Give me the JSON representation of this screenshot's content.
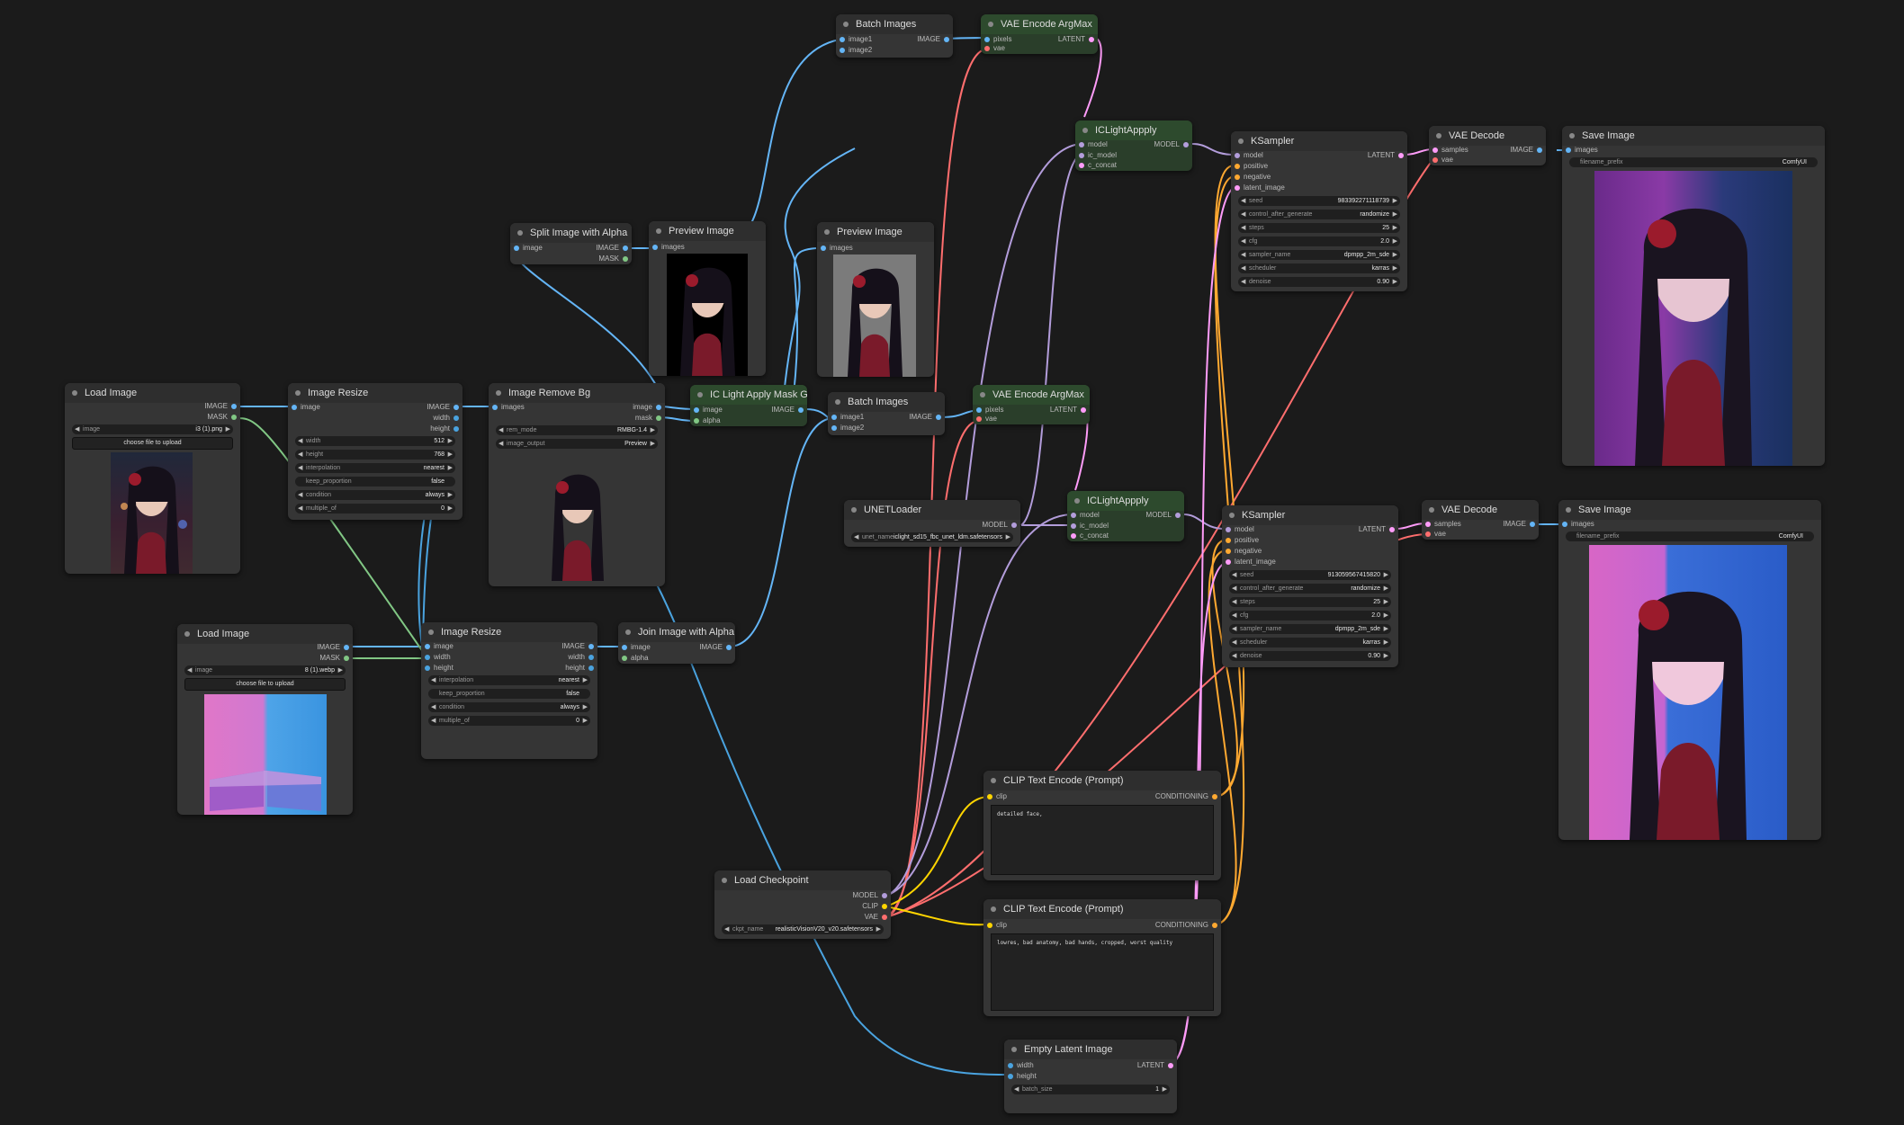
{
  "colors": {
    "image": "#64b5f6",
    "mask": "#81c784",
    "latent": "#ff9cf9",
    "model": "#b39ddb",
    "clip": "#ffd500",
    "vae": "#ff6e6e",
    "conditioning": "#ffa931",
    "int": "#4aa3df"
  },
  "nodes": {
    "batch1": {
      "title": "Batch Images",
      "in": [
        "image1",
        "image2"
      ],
      "out": [
        "IMAGE"
      ]
    },
    "vaeenc1": {
      "title": "VAE Encode ArgMax",
      "in": [
        "pixels",
        "vae"
      ],
      "out": [
        "LATENT"
      ]
    },
    "iclight1": {
      "title": "ICLightAppply",
      "in": [
        "model",
        "ic_model",
        "c_concat"
      ],
      "out": [
        "MODEL"
      ]
    },
    "ksampler1": {
      "title": "KSampler",
      "in": [
        "model",
        "positive",
        "negative",
        "latent_image"
      ],
      "out": [
        "LATENT"
      ],
      "widgets": [
        [
          "seed",
          "983392271118739"
        ],
        [
          "control_after_generate",
          "randomize"
        ],
        [
          "steps",
          "25"
        ],
        [
          "cfg",
          "2.0"
        ],
        [
          "sampler_name",
          "dpmpp_2m_sde"
        ],
        [
          "scheduler",
          "karras"
        ],
        [
          "denoise",
          "0.90"
        ]
      ]
    },
    "vaedec1": {
      "title": "VAE Decode",
      "in": [
        "samples",
        "vae"
      ],
      "out": [
        "IMAGE"
      ]
    },
    "save1": {
      "title": "Save Image",
      "in": [
        "images"
      ],
      "widgets": [
        [
          "filename_prefix",
          "ComfyUI"
        ]
      ]
    },
    "split": {
      "title": "Split Image with Alpha",
      "in": [
        "image"
      ],
      "out": [
        "IMAGE",
        "MASK"
      ]
    },
    "prev1": {
      "title": "Preview Image",
      "in": [
        "images"
      ]
    },
    "prev2": {
      "title": "Preview Image",
      "in": [
        "images"
      ]
    },
    "load1": {
      "title": "Load Image",
      "out": [
        "IMAGE",
        "MASK"
      ],
      "widgets": [
        [
          "image",
          "i3 (1).png"
        ]
      ],
      "button": "choose file to upload"
    },
    "resize1": {
      "title": "Image Resize",
      "in": [
        "image"
      ],
      "out": [
        "IMAGE",
        "width",
        "height"
      ],
      "widgets": [
        [
          "width",
          "512"
        ],
        [
          "height",
          "768"
        ],
        [
          "interpolation",
          "nearest"
        ],
        [
          "keep_proportion",
          "false"
        ],
        [
          "condition",
          "always"
        ],
        [
          "multiple_of",
          "0"
        ]
      ]
    },
    "rembg": {
      "title": "Image Remove Bg",
      "in": [
        "images"
      ],
      "out": [
        "image",
        "mask"
      ],
      "widgets": [
        [
          "rem_mode",
          "RMBG-1.4"
        ],
        [
          "image_output",
          "Preview"
        ]
      ]
    },
    "maskgrey": {
      "title": "IC Light Apply Mask Grey",
      "in": [
        "image",
        "alpha"
      ],
      "out": [
        "IMAGE"
      ]
    },
    "batch2": {
      "title": "Batch Images",
      "in": [
        "image1",
        "image2"
      ],
      "out": [
        "IMAGE"
      ]
    },
    "vaeenc2": {
      "title": "VAE Encode ArgMax",
      "in": [
        "pixels",
        "vae"
      ],
      "out": [
        "LATENT"
      ]
    },
    "unet": {
      "title": "UNETLoader",
      "out": [
        "MODEL"
      ],
      "widgets": [
        [
          "unet_name",
          "iclight_sd15_fbc_unet_ldm.safetensors"
        ]
      ]
    },
    "iclight2": {
      "title": "ICLightAppply",
      "in": [
        "model",
        "ic_model",
        "c_concat"
      ],
      "out": [
        "MODEL"
      ]
    },
    "ksampler2": {
      "title": "KSampler",
      "in": [
        "model",
        "positive",
        "negative",
        "latent_image"
      ],
      "out": [
        "LATENT"
      ],
      "widgets": [
        [
          "seed",
          "913059567415820"
        ],
        [
          "control_after_generate",
          "randomize"
        ],
        [
          "steps",
          "25"
        ],
        [
          "cfg",
          "2.0"
        ],
        [
          "sampler_name",
          "dpmpp_2m_sde"
        ],
        [
          "scheduler",
          "karras"
        ],
        [
          "denoise",
          "0.90"
        ]
      ]
    },
    "vaedec2": {
      "title": "VAE Decode",
      "in": [
        "samples",
        "vae"
      ],
      "out": [
        "IMAGE"
      ]
    },
    "save2": {
      "title": "Save Image",
      "in": [
        "images"
      ],
      "widgets": [
        [
          "filename_prefix",
          "ComfyUI"
        ]
      ]
    },
    "load2": {
      "title": "Load Image",
      "out": [
        "IMAGE",
        "MASK"
      ],
      "widgets": [
        [
          "image",
          "8 (1).webp"
        ]
      ],
      "button": "choose file to upload"
    },
    "resize2": {
      "title": "Image Resize",
      "in": [
        "image",
        "width",
        "height"
      ],
      "out": [
        "IMAGE",
        "width",
        "height"
      ],
      "widgets": [
        [
          "interpolation",
          "nearest"
        ],
        [
          "keep_proportion",
          "false"
        ],
        [
          "condition",
          "always"
        ],
        [
          "multiple_of",
          "0"
        ]
      ]
    },
    "join": {
      "title": "Join Image with Alpha",
      "in": [
        "image",
        "alpha"
      ],
      "out": [
        "IMAGE"
      ]
    },
    "clip1": {
      "title": "CLIP Text Encode (Prompt)",
      "in": [
        "clip"
      ],
      "out": [
        "CONDITIONING"
      ],
      "text": "detailed face,"
    },
    "clip2": {
      "title": "CLIP Text Encode (Prompt)",
      "in": [
        "clip"
      ],
      "out": [
        "CONDITIONING"
      ],
      "text": "lowres, bad anatomy, bad hands, cropped, worst quality"
    },
    "ckpt": {
      "title": "Load Checkpoint",
      "out": [
        "MODEL",
        "CLIP",
        "VAE"
      ],
      "widgets": [
        [
          "ckpt_name",
          "realisticVisionV20_v20.safetensors"
        ]
      ]
    },
    "latent": {
      "title": "Empty Latent Image",
      "in": [
        "width",
        "height"
      ],
      "out": [
        "LATENT"
      ],
      "widgets": [
        [
          "batch_size",
          "1"
        ]
      ]
    }
  }
}
